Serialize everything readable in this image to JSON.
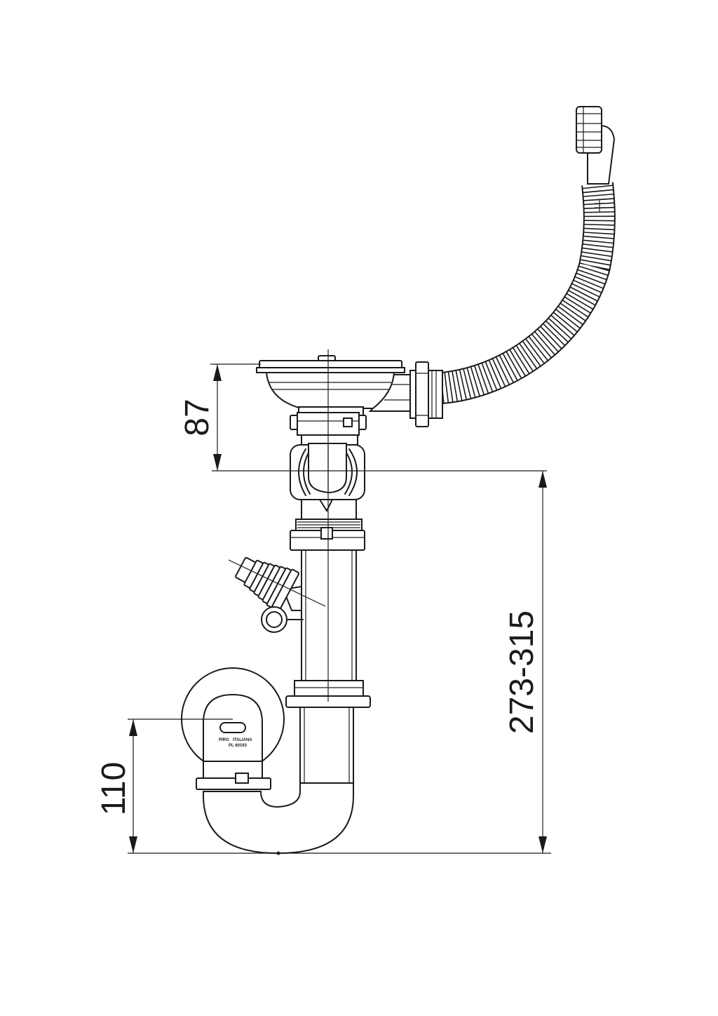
{
  "dimensions": {
    "sink_depth": "87",
    "trap_height": "110",
    "total_height": "273-315"
  },
  "colors": {
    "line": "#1a1a1a",
    "background": "#ffffff"
  }
}
